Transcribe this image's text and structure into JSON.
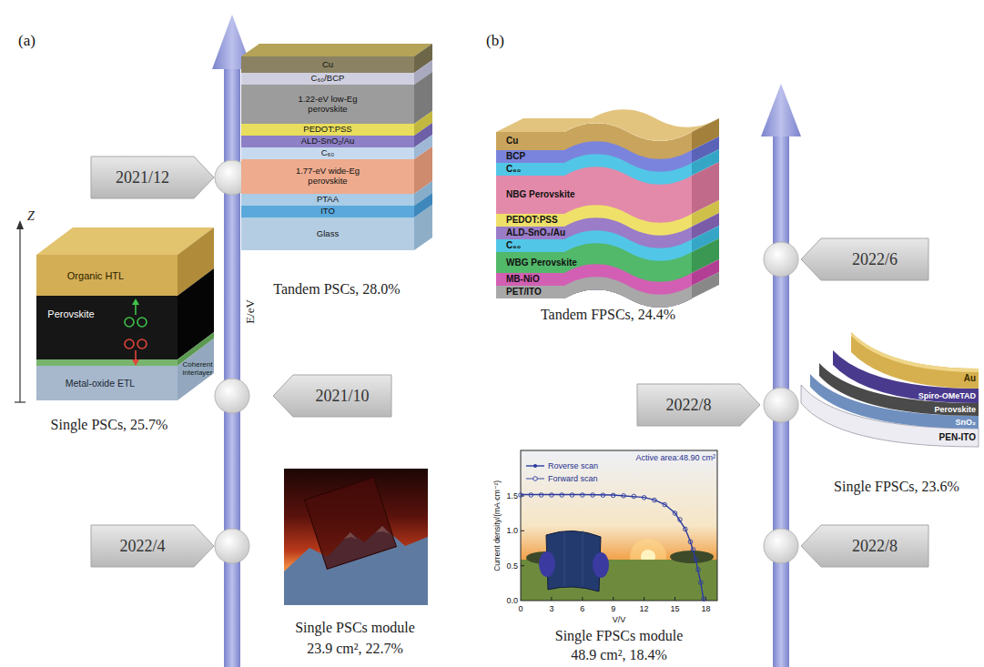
{
  "diagram": {
    "nodes": [
      {
        "text": [
          "2021/12"
        ]
      },
      {
        "text": [
          "2021/10"
        ]
      },
      {
        "text": [
          "2022/4"
        ]
      },
      {
        "text": [
          "2022/6"
        ]
      },
      {
        "text": [
          "2022/8"
        ]
      },
      {
        "text": [
          "2022/8"
        ]
      }
    ],
    "labels": [
      "(a)",
      "(b)",
      "Cu",
      "C₆₀/BCP",
      "1.22-eV low-Eg perovskite",
      "PEDOT:PSS",
      "ALD-SnO₂/Au",
      "C₆₀",
      "1.77-eV wide-Eg perovskite",
      "PTAA",
      "ITO",
      "Glass",
      "Tandem PSCs, 28.0%",
      "Z",
      "E/eV",
      "Organic HTL",
      "Perovskite",
      "Metal-oxide ETL",
      "Coherent interlayer",
      "Single PSCs, 25.7%",
      "Single PSCs module",
      "23.9 cm², 22.7%",
      "Cu",
      "BCP",
      "C₆₀",
      "NBG Perovskite",
      "PEDOT:PSS",
      "ALD-SnO₂/Au",
      "C₆₀",
      "WBG Perovskite",
      "MB-NiO",
      "PET/ITO",
      "Tandem FPSCs, 24.4%",
      "Au",
      "Spiro-OMeTAD",
      "Perovskite",
      "SnO₂",
      "PEN-ITO",
      "Single FPSCs, 23.6%",
      "Active area:48.90 cm²",
      "Current density/(mA·cm⁻²)",
      "V/V",
      "0",
      "3",
      "6",
      "9",
      "12",
      "15",
      "18",
      "0.0",
      "0.5",
      "1.0",
      "1.5",
      "Single FPSCs module",
      "48.9 cm², 18.4%"
    ],
    "legend": [
      {
        "text": "Roverse scan"
      },
      {
        "text": "Forward scan"
      }
    ]
  }
}
